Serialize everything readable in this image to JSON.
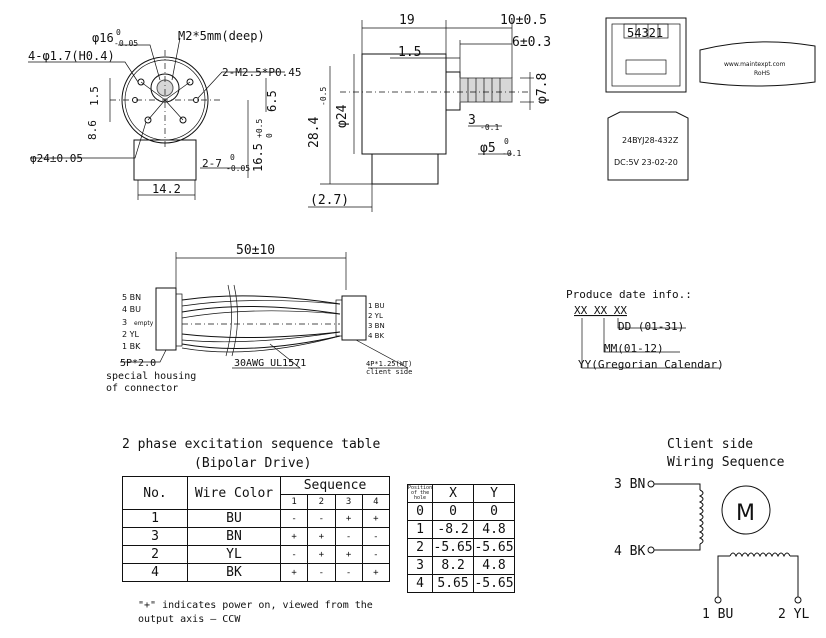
{
  "front_view": {
    "d16": "φ16",
    "d16_tol_top": "0",
    "d16_tol_bot": "-0.05",
    "m2": "M2*5mm(deep)",
    "holes": "4-φ1.7(H0.4)",
    "m25": "2-M2.5*P0.45",
    "d15": "1.5",
    "d86": "8.6",
    "d65": "6.5",
    "d165": "16.5",
    "d165_tol_top": "+0.5",
    "d165_tol_bot": "0",
    "d27": "2-7",
    "d27_tol_top": "0",
    "d27_tol_bot": "-0.05",
    "d24": "φ24±0.05",
    "d142": "14.2"
  },
  "side_view": {
    "d19": "19",
    "d10": "10±0.5",
    "d6": "6±0.3",
    "d15": "1.5",
    "d284": "28.4",
    "d284_tol": "-0.5",
    "dphi24": "φ24",
    "d3": "3",
    "d3_tol": "-0.1",
    "dphi78": "φ7.8",
    "dphi5": "φ5",
    "dphi5_tol_top": "0",
    "dphi5_tol_bot": "-0.1",
    "d27": "(2.7)"
  },
  "label_views": {
    "code": "54321",
    "website": "www.maintexpt.com",
    "rohs": "RoHS",
    "model": "24BYJ28-432Z",
    "rating": "DC:5V 23-02-20"
  },
  "wiring": {
    "length": "50±10",
    "left_pins": [
      "5 BN",
      "4 BU",
      "3",
      "2 YL",
      "1 BK"
    ],
    "empty": "empty",
    "right_pins": [
      "1 BU",
      "2 YL",
      "3 BN",
      "4 BK"
    ],
    "connector_left": "5P*2.0",
    "connector_left_note1": "special housing",
    "connector_left_note2": "of connector",
    "cable": "30AWG UL1571",
    "connector_right": "4P*1.25(WT)",
    "client_side": "client side"
  },
  "produce_date": {
    "title": "Produce date info.:",
    "code": "XX XX XX",
    "dd": "DD (01-31)",
    "mm": "MM(01-12)",
    "yy": "YY(Gregorian Calendar)"
  },
  "sequence_table": {
    "title": "2 phase excitation sequence table",
    "subtitle": "(Bipolar Drive)",
    "col_no": "No.",
    "col_wire": "Wire Color",
    "col_seq": "Sequence",
    "steps": [
      "1",
      "2",
      "3",
      "4"
    ],
    "rows": [
      {
        "no": "1",
        "color": "BU",
        "seq": [
          "-",
          "-",
          "+",
          "+"
        ]
      },
      {
        "no": "3",
        "color": "BN",
        "seq": [
          "+",
          "+",
          "-",
          "-"
        ]
      },
      {
        "no": "2",
        "color": "YL",
        "seq": [
          "-",
          "+",
          "+",
          "-"
        ]
      },
      {
        "no": "4",
        "color": "BK",
        "seq": [
          "+",
          "-",
          "-",
          "+"
        ]
      }
    ],
    "note1": "\"+\" indicates power on, viewed from the",
    "note2": "output axis — CCW"
  },
  "position_table": {
    "col_pos": "Position of the hole",
    "col_x": "X",
    "col_y": "Y",
    "rows": [
      {
        "pos": "0",
        "x": "0",
        "y": "0"
      },
      {
        "pos": "1",
        "x": "-8.2",
        "y": "4.8"
      },
      {
        "pos": "2",
        "x": "-5.65",
        "y": "-5.65"
      },
      {
        "pos": "3",
        "x": "8.2",
        "y": "4.8"
      },
      {
        "pos": "4",
        "x": "5.65",
        "y": "-5.65"
      }
    ]
  },
  "client_wiring": {
    "title1": "Client side",
    "title2": "Wiring Sequence",
    "bn": "3 BN",
    "bk": "4 BK",
    "bu": "1 BU",
    "yl": "2 YL",
    "motor": "M"
  }
}
